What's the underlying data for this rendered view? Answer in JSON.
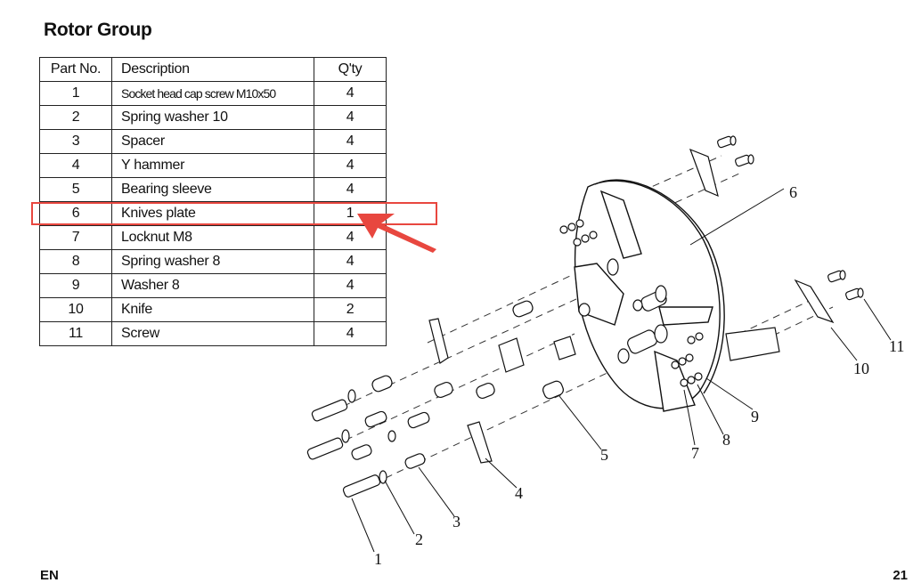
{
  "page": {
    "title": "Rotor Group",
    "footer_left": "EN",
    "page_number": "21"
  },
  "table": {
    "headers": {
      "part_no": "Part No.",
      "description": "Description",
      "qty": "Q'ty"
    },
    "rows": [
      {
        "part_no": "1",
        "description": "Socket head cap screw M10x50",
        "qty": "4"
      },
      {
        "part_no": "2",
        "description": "Spring washer 10",
        "qty": "4"
      },
      {
        "part_no": "3",
        "description": "Spacer",
        "qty": "4"
      },
      {
        "part_no": "4",
        "description": "Y hammer",
        "qty": "4"
      },
      {
        "part_no": "5",
        "description": "Bearing sleeve",
        "qty": "4"
      },
      {
        "part_no": "6",
        "description": "Knives plate",
        "qty": "1"
      },
      {
        "part_no": "7",
        "description": "Locknut M8",
        "qty": "4"
      },
      {
        "part_no": "8",
        "description": "Spring washer 8",
        "qty": "4"
      },
      {
        "part_no": "9",
        "description": "Washer 8",
        "qty": "4"
      },
      {
        "part_no": "10",
        "description": "Knife",
        "qty": "2"
      },
      {
        "part_no": "11",
        "description": "Screw",
        "qty": "4"
      }
    ]
  },
  "highlight": {
    "row_part_no": "6",
    "color": "#e8473f"
  },
  "diagram": {
    "callouts": [
      "1",
      "2",
      "3",
      "4",
      "5",
      "6",
      "7",
      "8",
      "9",
      "10",
      "11"
    ]
  }
}
